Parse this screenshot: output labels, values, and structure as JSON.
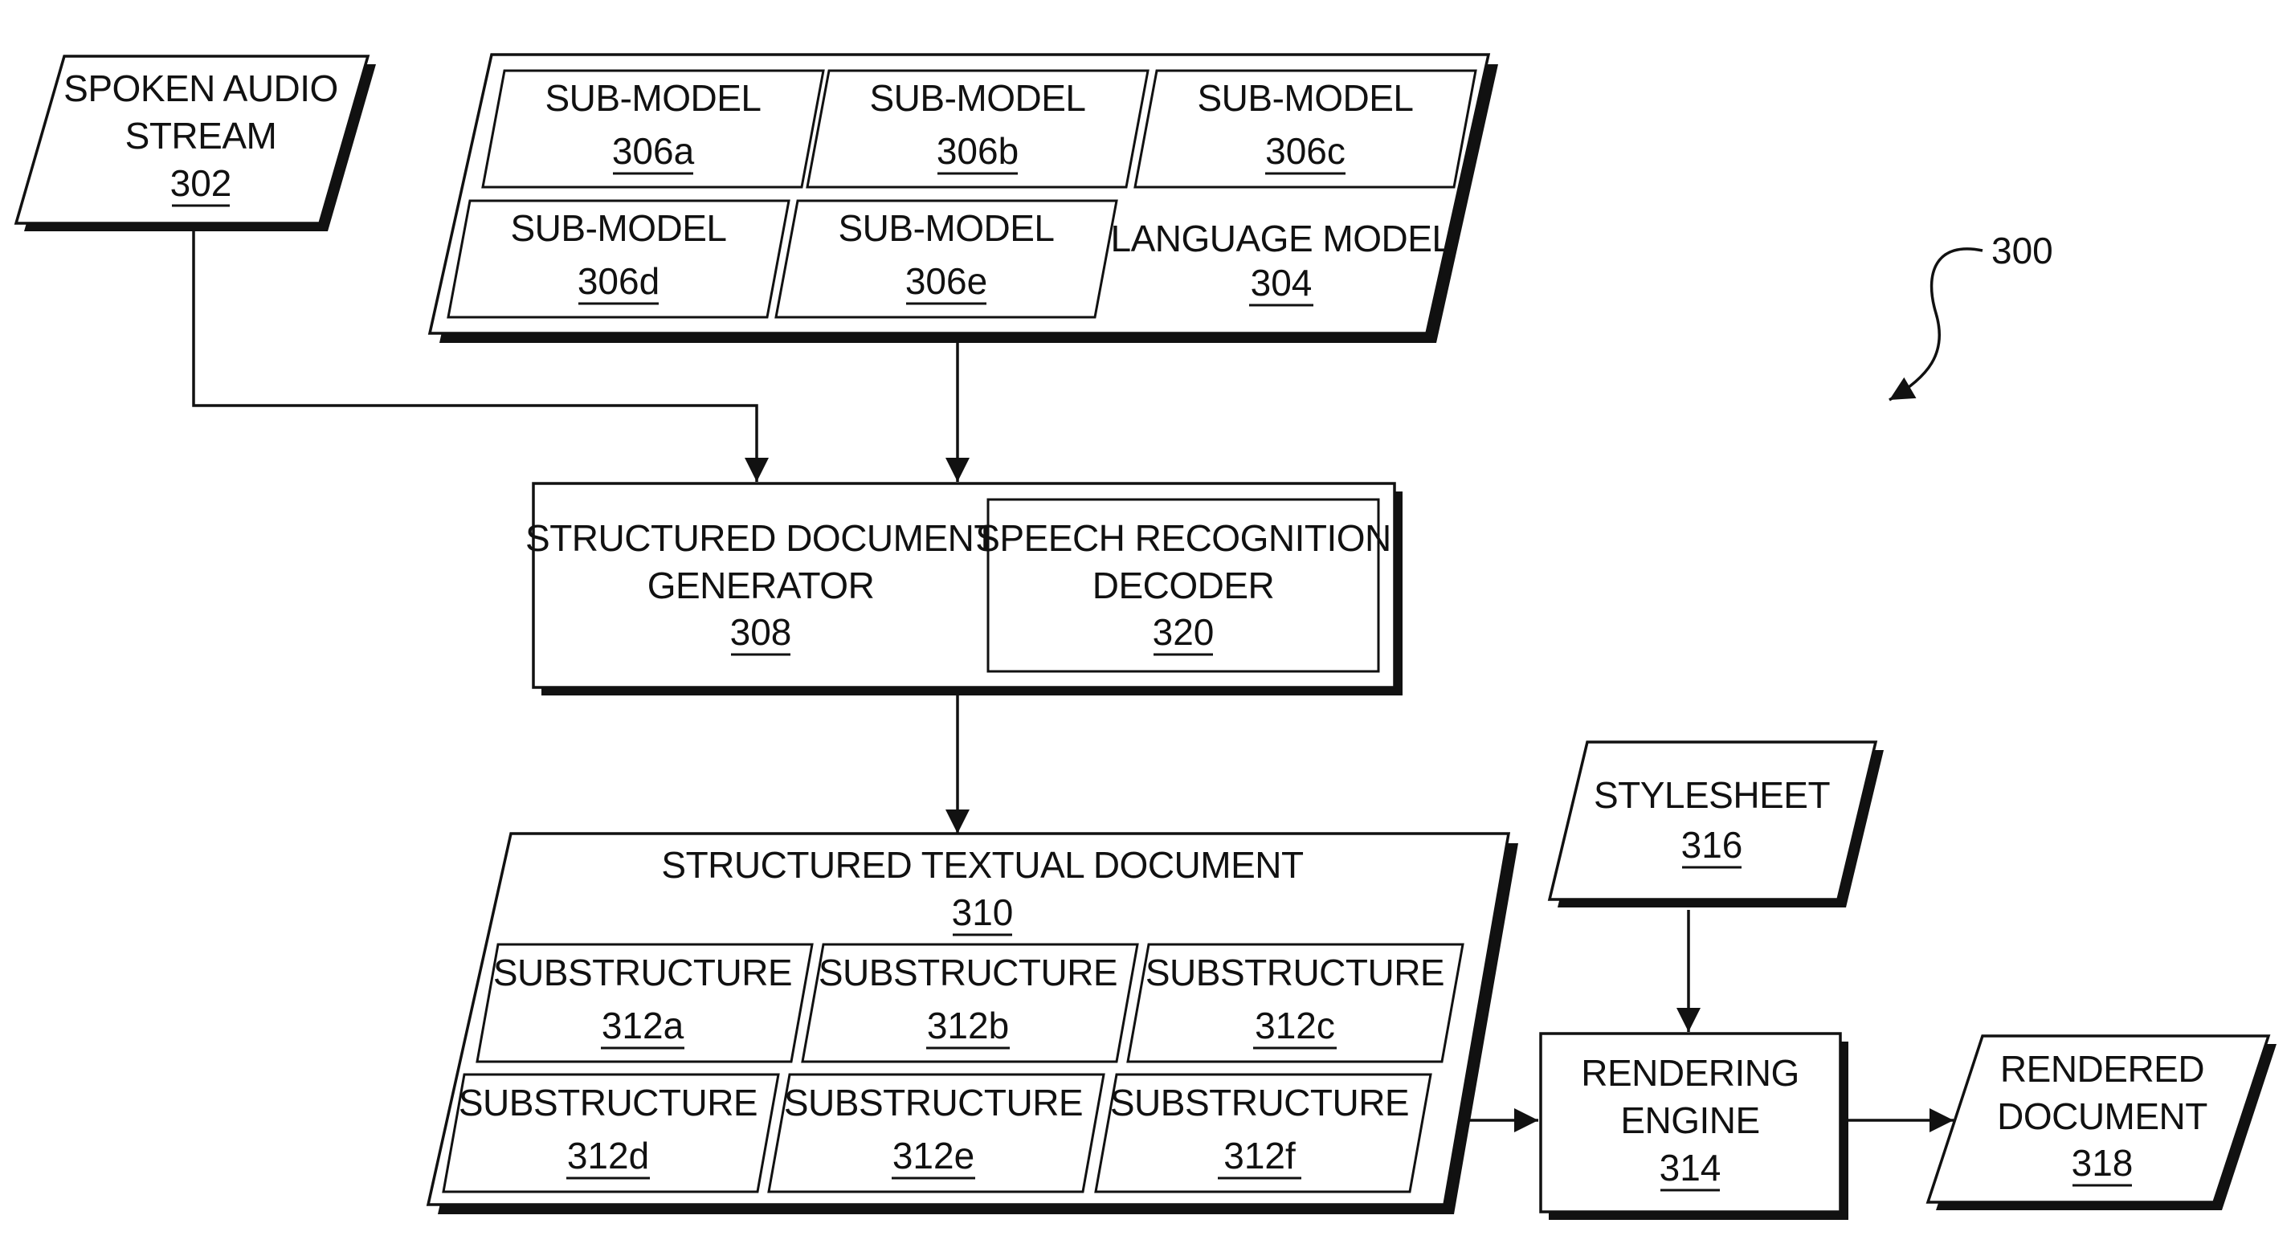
{
  "figure_ref": "300",
  "spoken_audio": {
    "line1": "SPOKEN AUDIO",
    "line2": "STREAM",
    "num": "302"
  },
  "language_model": {
    "label": "LANGUAGE MODEL",
    "num": "304",
    "sub_models": [
      {
        "label": "SUB-MODEL",
        "num": "306a"
      },
      {
        "label": "SUB-MODEL",
        "num": "306b"
      },
      {
        "label": "SUB-MODEL",
        "num": "306c"
      },
      {
        "label": "SUB-MODEL",
        "num": "306d"
      },
      {
        "label": "SUB-MODEL",
        "num": "306e"
      }
    ]
  },
  "generator": {
    "line1": "STRUCTURED DOCUMENT",
    "line2": "GENERATOR",
    "num": "308"
  },
  "decoder": {
    "line1": "SPEECH RECOGNITION",
    "line2": "DECODER",
    "num": "320"
  },
  "textual_document": {
    "label": "STRUCTURED TEXTUAL DOCUMENT",
    "num": "310",
    "substructures": [
      {
        "label": "SUBSTRUCTURE",
        "num": "312a"
      },
      {
        "label": "SUBSTRUCTURE",
        "num": "312b"
      },
      {
        "label": "SUBSTRUCTURE",
        "num": "312c"
      },
      {
        "label": "SUBSTRUCTURE",
        "num": "312d"
      },
      {
        "label": "SUBSTRUCTURE",
        "num": "312e"
      },
      {
        "label": "SUBSTRUCTURE",
        "num": "312f"
      }
    ]
  },
  "stylesheet": {
    "label": "STYLESHEET",
    "num": "316"
  },
  "rendering_engine": {
    "line1": "RENDERING",
    "line2": "ENGINE",
    "num": "314"
  },
  "rendered_document": {
    "line1": "RENDERED",
    "line2": "DOCUMENT",
    "num": "318"
  }
}
